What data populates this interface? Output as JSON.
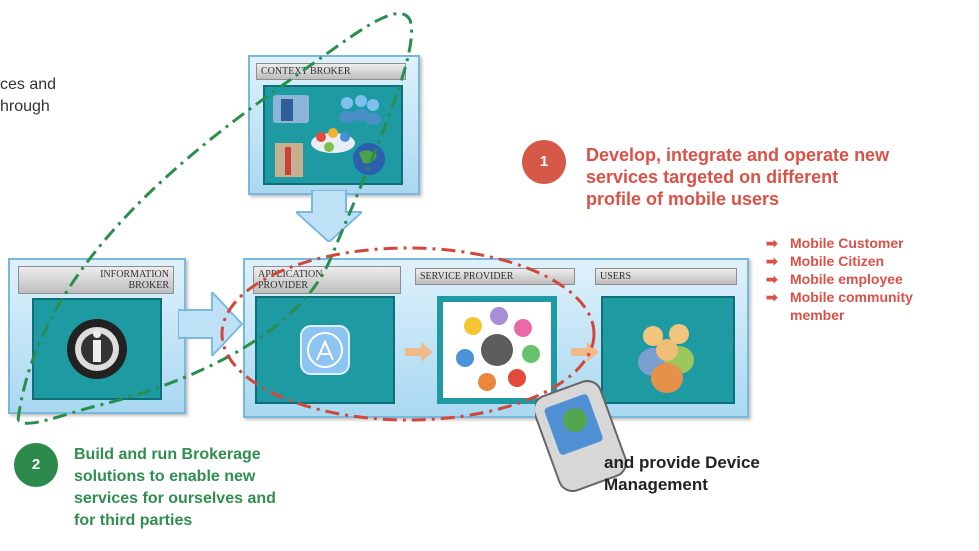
{
  "intro_text": [
    "ces and",
    "hrough"
  ],
  "boxes": {
    "context_broker": "CONTEXT BROKER",
    "information_broker": [
      "INFORMATION",
      "BROKER"
    ],
    "application_provider": [
      "APPLICATION",
      "PROVIDER"
    ],
    "service_provider": "SERVICE PROVIDER",
    "users": "USERS"
  },
  "callout1": {
    "number": "1",
    "lines": [
      "Develop, integrate and operate new",
      "services targeted on different",
      "profile of mobile users"
    ]
  },
  "bullets": [
    "Mobile Customer",
    "Mobile Citizen",
    "Mobile employee",
    "Mobile community",
    "member"
  ],
  "callout2": {
    "number": "2",
    "lines": [
      "Build and run Brokerage",
      "solutions to enable new",
      "services for ourselves and",
      "for third parties"
    ]
  },
  "device_text": [
    "and provide Device",
    "Management"
  ],
  "colors": {
    "red": "#dc5147",
    "green": "#2f8e50",
    "frame": "#a9d8f1",
    "tile": "#1e9aa3"
  }
}
